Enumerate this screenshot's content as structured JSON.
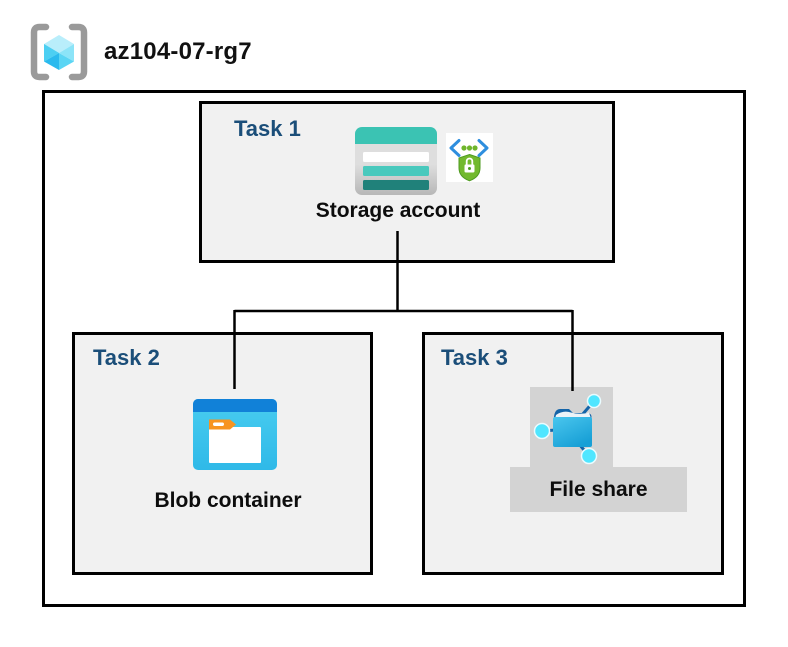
{
  "header": {
    "resource_group_name": "az104-07-rg7",
    "icon": "resource-group-icon"
  },
  "tasks": [
    {
      "label": "Task 1",
      "item": "Storage account",
      "icons": [
        "storage-account-icon",
        "secure-access-icon"
      ]
    },
    {
      "label": "Task 2",
      "item": "Blob container",
      "icons": [
        "blob-container-icon"
      ]
    },
    {
      "label": "Task 3",
      "item": "File share",
      "icons": [
        "file-share-icon"
      ]
    }
  ],
  "connections": [
    {
      "from": "Storage account",
      "to": "Blob container"
    },
    {
      "from": "Storage account",
      "to": "File share"
    }
  ],
  "colors": {
    "task_label": "#1b4e79",
    "box_fill": "#f1f1f1",
    "box_border": "#000000",
    "bracket_gray": "#9a9a9a",
    "cube_top": "#b9eefb",
    "cube_l1": "#4ccff2",
    "cube_l2": "#2abaee",
    "cube_r1": "#8ce4f8",
    "cube_r2": "#5ad5f4",
    "storage_teal": "#3bc3b3",
    "storage_stripe_teal": "#49c9bd",
    "storage_stripe_dark": "#20817a",
    "storage_body_light": "#dedede",
    "storage_body_dark": "#b7b7b7",
    "chevron_blue": "#2e8ede",
    "dot_green": "#6fb52c",
    "shield_green": "#72b92e",
    "shield_edge": "#4f9b22",
    "blob_top": "#1181d8",
    "blob_body_top": "#49cdf0",
    "blob_body_bottom": "#2fb9e8",
    "folder_orange": "#f79420",
    "fs_flap": "#1464a8",
    "fs_front_light": "#4ac6ee",
    "fs_front_dark": "#18a0d6",
    "fs_node": "#50e6ff",
    "icon_gray": "#d3d3d3"
  }
}
